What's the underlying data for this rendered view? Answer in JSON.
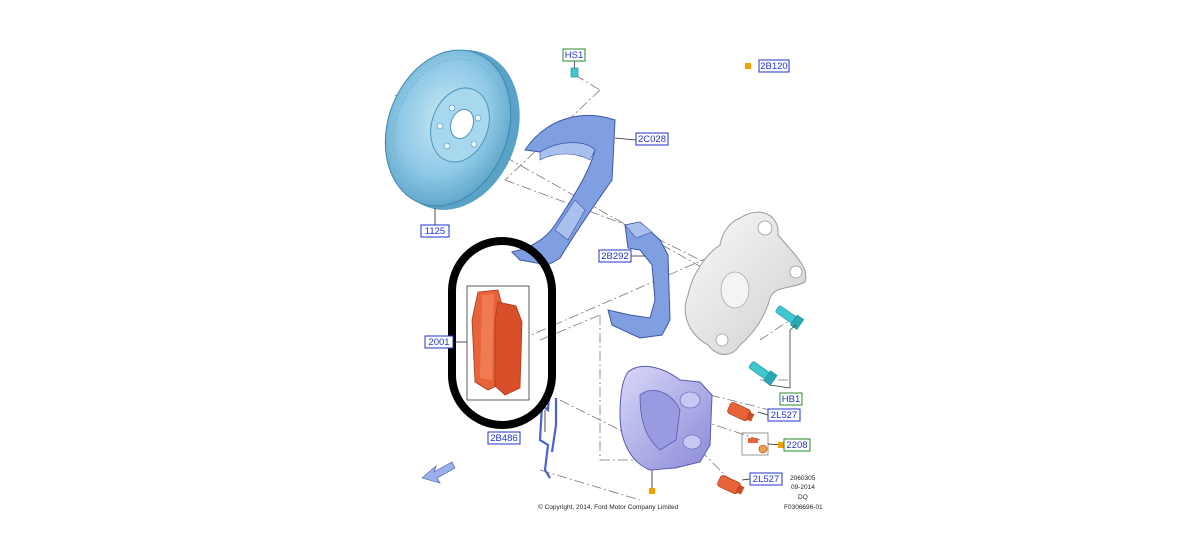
{
  "callouts": {
    "hs1": "HS1",
    "c2b120": "2B120",
    "c2c028": "2C028",
    "c1125": "1125",
    "c2b292": "2B292",
    "c2001": "2001",
    "c2b486": "2B486",
    "hb1": "HB1",
    "c2l527a": "2L527",
    "c2208": "2208",
    "c2l527b": "2L527"
  },
  "stamp": {
    "code": "2060305",
    "date": "09-2014",
    "initials": "DQ",
    "figure": "F0306696-01"
  },
  "copyright": "© Copyright, 2014, Ford Motor Company Limited",
  "colors": {
    "callout_blue": "#2233cc",
    "callout_green": "#2a8a2a",
    "marker_orange": "#f5a000",
    "disc": "#8fc9e6",
    "shield": "#7f9fe0",
    "caliper": "#b8b8ee",
    "pad": "#e8623a",
    "knuckle": "#eeeeee",
    "bolt": "#3ec7d0"
  }
}
